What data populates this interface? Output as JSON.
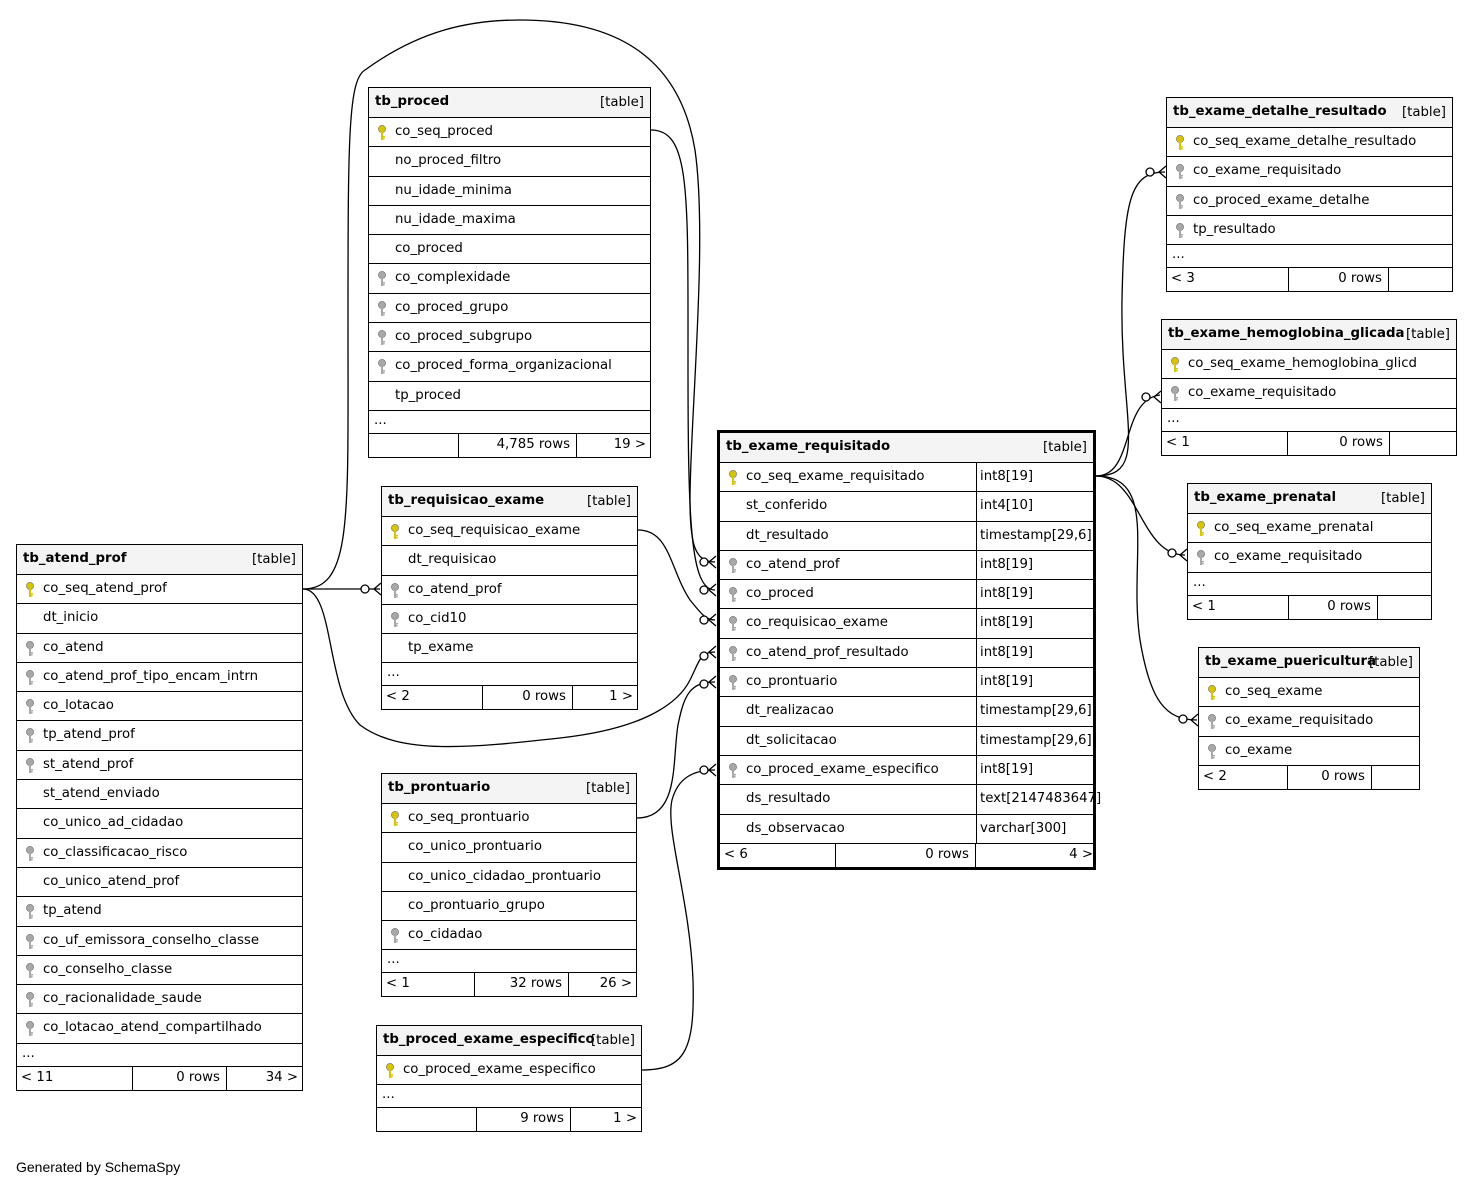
{
  "generated_by": "Generated by SchemaSpy",
  "tables": [
    {
      "id": "tb_proced",
      "name": "tb_proced",
      "tag": "[table]",
      "columns": [
        {
          "name": "co_seq_proced",
          "key": "primary"
        },
        {
          "name": "no_proced_filtro",
          "key": "none"
        },
        {
          "name": "nu_idade_minima",
          "key": "none"
        },
        {
          "name": "nu_idade_maxima",
          "key": "none"
        },
        {
          "name": "co_proced",
          "key": "none"
        },
        {
          "name": "co_complexidade",
          "key": "foreign"
        },
        {
          "name": "co_proced_grupo",
          "key": "foreign"
        },
        {
          "name": "co_proced_subgrupo",
          "key": "foreign"
        },
        {
          "name": "co_proced_forma_organizacional",
          "key": "foreign"
        },
        {
          "name": "tp_proced",
          "key": "none"
        }
      ],
      "ellipsis": "...",
      "footer": {
        "left": "",
        "mid": "4,785 rows",
        "right": "19 >"
      }
    },
    {
      "id": "tb_requisicao_exame",
      "name": "tb_requisicao_exame",
      "tag": "[table]",
      "columns": [
        {
          "name": "co_seq_requisicao_exame",
          "key": "primary"
        },
        {
          "name": "dt_requisicao",
          "key": "none"
        },
        {
          "name": "co_atend_prof",
          "key": "foreign"
        },
        {
          "name": "co_cid10",
          "key": "foreign"
        },
        {
          "name": "tp_exame",
          "key": "none"
        }
      ],
      "ellipsis": "...",
      "footer": {
        "left": "< 2",
        "mid": "0 rows",
        "right": "1 >"
      }
    },
    {
      "id": "tb_atend_prof",
      "name": "tb_atend_prof",
      "tag": "[table]",
      "columns": [
        {
          "name": "co_seq_atend_prof",
          "key": "primary"
        },
        {
          "name": "dt_inicio",
          "key": "none"
        },
        {
          "name": "co_atend",
          "key": "foreign"
        },
        {
          "name": "co_atend_prof_tipo_encam_intrn",
          "key": "foreign"
        },
        {
          "name": "co_lotacao",
          "key": "foreign"
        },
        {
          "name": "tp_atend_prof",
          "key": "foreign"
        },
        {
          "name": "st_atend_prof",
          "key": "foreign"
        },
        {
          "name": "st_atend_enviado",
          "key": "none"
        },
        {
          "name": "co_unico_ad_cidadao",
          "key": "none"
        },
        {
          "name": "co_classificacao_risco",
          "key": "foreign"
        },
        {
          "name": "co_unico_atend_prof",
          "key": "none"
        },
        {
          "name": "tp_atend",
          "key": "foreign"
        },
        {
          "name": "co_uf_emissora_conselho_classe",
          "key": "foreign"
        },
        {
          "name": "co_conselho_classe",
          "key": "foreign"
        },
        {
          "name": "co_racionalidade_saude",
          "key": "foreign"
        },
        {
          "name": "co_lotacao_atend_compartilhado",
          "key": "foreign"
        }
      ],
      "ellipsis": "...",
      "footer": {
        "left": "< 11",
        "mid": "0 rows",
        "right": "34 >"
      }
    },
    {
      "id": "tb_prontuario",
      "name": "tb_prontuario",
      "tag": "[table]",
      "columns": [
        {
          "name": "co_seq_prontuario",
          "key": "primary"
        },
        {
          "name": "co_unico_prontuario",
          "key": "none"
        },
        {
          "name": "co_unico_cidadao_prontuario",
          "key": "none"
        },
        {
          "name": "co_prontuario_grupo",
          "key": "none"
        },
        {
          "name": "co_cidadao",
          "key": "foreign"
        }
      ],
      "ellipsis": "...",
      "footer": {
        "left": "< 1",
        "mid": "32 rows",
        "right": "26 >"
      }
    },
    {
      "id": "tb_proced_exame_especifico",
      "name": "tb_proced_exame_especifico",
      "tag": "[table]",
      "columns": [
        {
          "name": "co_proced_exame_especifico",
          "key": "primary"
        }
      ],
      "ellipsis": "...",
      "footer": {
        "left": "",
        "mid": "9 rows",
        "right": "1 >"
      }
    },
    {
      "id": "tb_exame_requisitado",
      "name": "tb_exame_requisitado",
      "tag": "[table]",
      "columns": [
        {
          "name": "co_seq_exame_requisitado",
          "key": "primary",
          "type": "int8[19]"
        },
        {
          "name": "st_conferido",
          "key": "none",
          "type": "int4[10]"
        },
        {
          "name": "dt_resultado",
          "key": "none",
          "type": "timestamp[29,6]"
        },
        {
          "name": "co_atend_prof",
          "key": "foreign",
          "type": "int8[19]"
        },
        {
          "name": "co_proced",
          "key": "foreign",
          "type": "int8[19]"
        },
        {
          "name": "co_requisicao_exame",
          "key": "foreign",
          "type": "int8[19]"
        },
        {
          "name": "co_atend_prof_resultado",
          "key": "foreign",
          "type": "int8[19]"
        },
        {
          "name": "co_prontuario",
          "key": "foreign",
          "type": "int8[19]"
        },
        {
          "name": "dt_realizacao",
          "key": "none",
          "type": "timestamp[29,6]"
        },
        {
          "name": "dt_solicitacao",
          "key": "none",
          "type": "timestamp[29,6]"
        },
        {
          "name": "co_proced_exame_especifico",
          "key": "foreign",
          "type": "int8[19]"
        },
        {
          "name": "ds_resultado",
          "key": "none",
          "type": "text[2147483647]"
        },
        {
          "name": "ds_observacao",
          "key": "none",
          "type": "varchar[300]"
        }
      ],
      "footer": {
        "left": "< 6",
        "mid": "0 rows",
        "right": "4 >"
      }
    },
    {
      "id": "tb_exame_detalhe_resultado",
      "name": "tb_exame_detalhe_resultado",
      "tag": "[table]",
      "columns": [
        {
          "name": "co_seq_exame_detalhe_resultado",
          "key": "primary"
        },
        {
          "name": "co_exame_requisitado",
          "key": "foreign"
        },
        {
          "name": "co_proced_exame_detalhe",
          "key": "foreign"
        },
        {
          "name": "tp_resultado",
          "key": "foreign"
        }
      ],
      "ellipsis": "...",
      "footer": {
        "left": "< 3",
        "mid": "0 rows",
        "right": ""
      }
    },
    {
      "id": "tb_exame_hemoglobina_glicada",
      "name": "tb_exame_hemoglobina_glicada",
      "tag": "[table]",
      "columns": [
        {
          "name": "co_seq_exame_hemoglobina_glicd",
          "key": "primary"
        },
        {
          "name": "co_exame_requisitado",
          "key": "foreign"
        }
      ],
      "ellipsis": "...",
      "footer": {
        "left": "< 1",
        "mid": "0 rows",
        "right": ""
      }
    },
    {
      "id": "tb_exame_prenatal",
      "name": "tb_exame_prenatal",
      "tag": "[table]",
      "columns": [
        {
          "name": "co_seq_exame_prenatal",
          "key": "primary"
        },
        {
          "name": "co_exame_requisitado",
          "key": "foreign"
        }
      ],
      "ellipsis": "...",
      "footer": {
        "left": "< 1",
        "mid": "0 rows",
        "right": ""
      }
    },
    {
      "id": "tb_exame_puericultura",
      "name": "tb_exame_puericultura",
      "tag": "[table]",
      "columns": [
        {
          "name": "co_seq_exame",
          "key": "primary"
        },
        {
          "name": "co_exame_requisitado",
          "key": "foreign"
        },
        {
          "name": "co_exame",
          "key": "foreign"
        }
      ],
      "footer": {
        "left": "< 2",
        "mid": "0 rows",
        "right": ""
      }
    }
  ],
  "colors": {
    "primary_key": "#d8c400",
    "foreign_key": "#a8a8a8",
    "header_bg": "#f4f4f4",
    "line": "#000000"
  }
}
